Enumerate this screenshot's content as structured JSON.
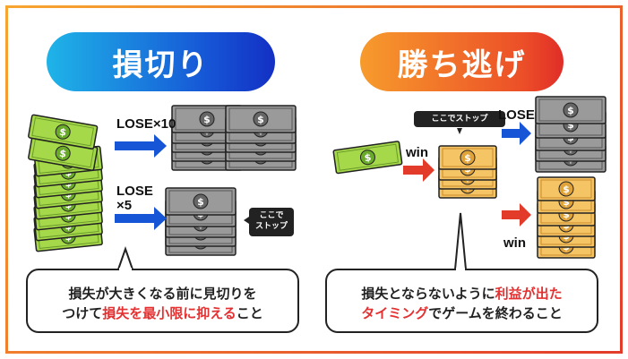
{
  "left_title": "損切り",
  "right_title": "勝ち逃げ",
  "left_panel": {
    "lose10_label": "LOSE×10",
    "lose5_label_1": "LOSE",
    "lose5_label_2": "×5",
    "stop_callout_1": "ここで",
    "stop_callout_2": "ストップ",
    "bubble_line1": "損失が大きくなる前に見切りを",
    "bubble_line2_a": "つけて",
    "bubble_line2_b": "損失を最小限に抑える",
    "bubble_line2_c": "こと"
  },
  "right_panel": {
    "stop_callout": "ここでストップ",
    "win_label_1": "win",
    "lose_label": "LOSE",
    "win_label_2": "win",
    "bubble_line1_a": "損失とならないように",
    "bubble_line1_b": "利益が出た",
    "bubble_line2_a": "タイミング",
    "bubble_line2_b": "でゲームを終わること"
  },
  "colors": {
    "frame": "#f08a2a",
    "blue_arrow": "#1656d6",
    "red_arrow": "#e23b2a",
    "green_bill": "#a6d94a",
    "gray_bill": "#8a8a8a",
    "gold_bill": "#f5c465",
    "emphasis_red": "#e43030"
  }
}
